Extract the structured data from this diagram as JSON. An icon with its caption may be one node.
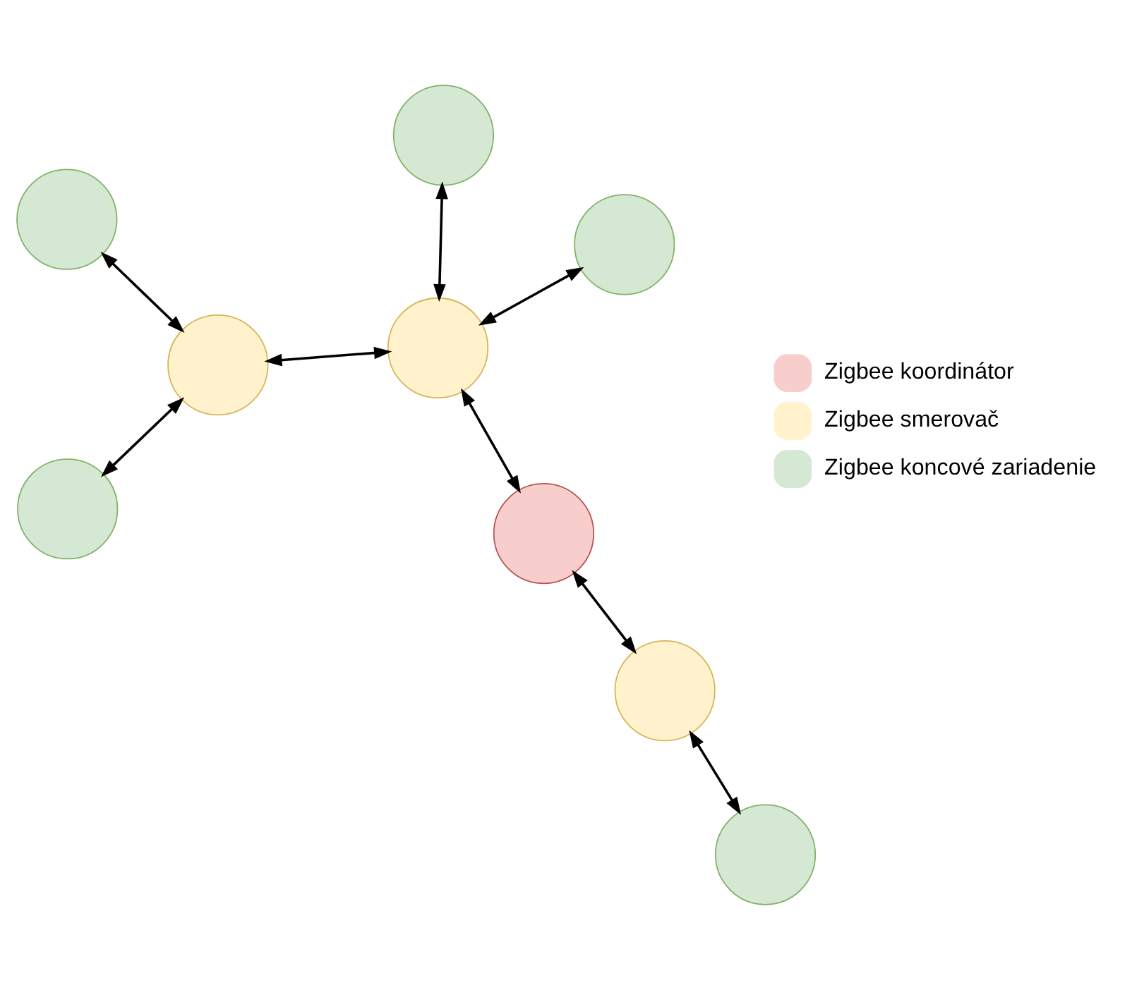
{
  "diagram": {
    "nodes": [
      {
        "text": [],
        "shape": "circle"
      },
      {
        "text": [],
        "shape": "circle"
      },
      {
        "text": [],
        "shape": "circle"
      },
      {
        "text": [],
        "shape": "circle"
      },
      {
        "text": [],
        "shape": "circle"
      },
      {
        "text": [],
        "shape": "circle"
      },
      {
        "text": [],
        "shape": "circle"
      },
      {
        "text": [],
        "shape": "circle"
      },
      {
        "text": [],
        "shape": "circle"
      }
    ],
    "edges": [
      {
        "from": 0,
        "to": 1,
        "arrow": "both"
      },
      {
        "from": 1,
        "to": 2,
        "arrow": "both"
      },
      {
        "from": 0,
        "to": 3,
        "arrow": "both"
      },
      {
        "from": 4,
        "to": 3,
        "arrow": "both"
      },
      {
        "from": 3,
        "to": 7,
        "arrow": "both"
      },
      {
        "from": 3,
        "to": 5,
        "arrow": "both"
      },
      {
        "from": 5,
        "to": 6,
        "arrow": "both"
      },
      {
        "from": 5,
        "to": 8,
        "arrow": "both"
      }
    ],
    "legend": [
      {
        "text": "Zigbee koordinátor",
        "color": "#f8cecc"
      },
      {
        "text": "Zigbee smerovač",
        "color": "#fff2cc"
      },
      {
        "text": "Zigbee koncové zariadenie",
        "color": "#d5e8d4"
      }
    ]
  }
}
